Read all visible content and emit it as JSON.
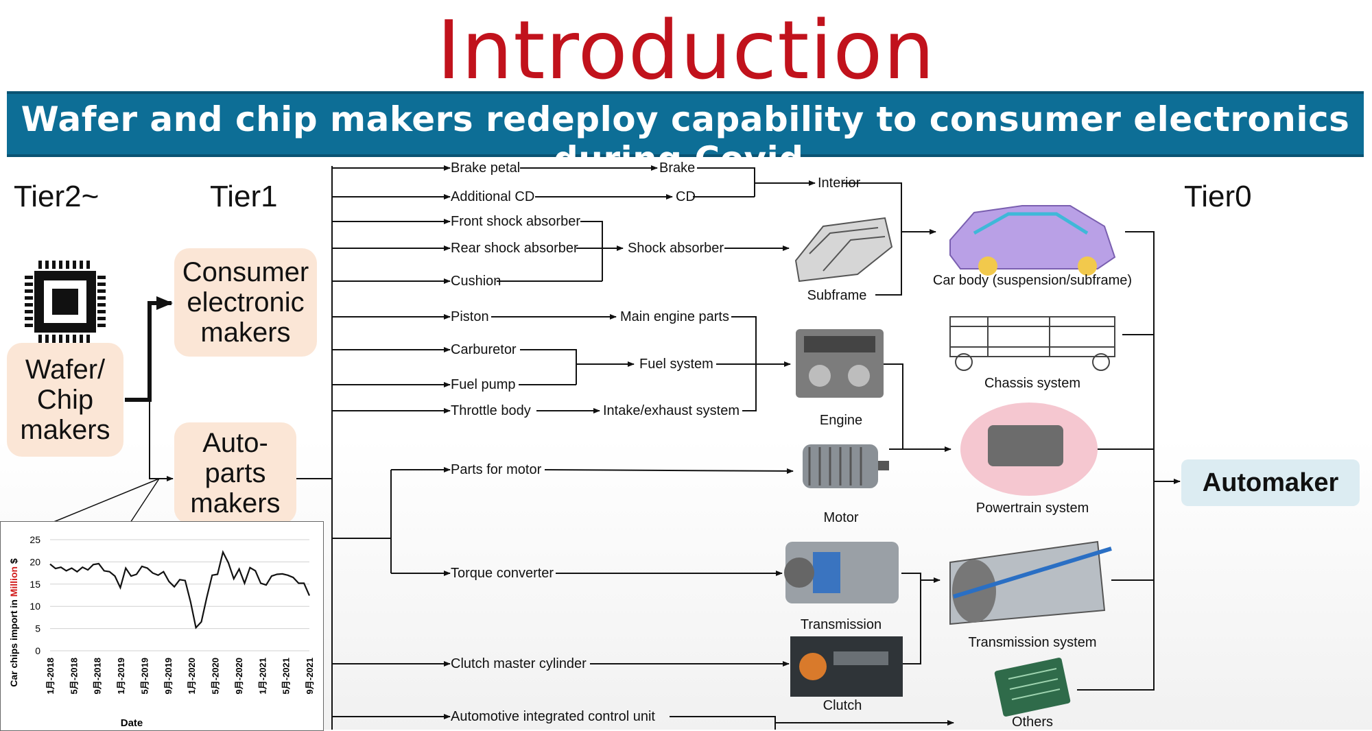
{
  "title": "Introduction",
  "banner": "Wafer and chip makers redeploy capability to consumer electronics during Covid.",
  "tiers": {
    "tier2": "Tier2~",
    "tier1": "Tier1",
    "tier0": "Tier0"
  },
  "boxes": {
    "wafer": "Wafer/ Chip makers",
    "consumer": "Consumer electronic makers",
    "autoparts": "Auto- parts makers",
    "automaker": "Automaker"
  },
  "parts": {
    "brake_petal": "Brake petal",
    "additional_cd": "Additional CD",
    "front_shock": "Front shock absorber",
    "rear_shock": "Rear shock absorber",
    "cushion": "Cushion",
    "piston": "Piston",
    "carburetor": "Carburetor",
    "fuel_pump": "Fuel pump",
    "throttle": "Throttle body",
    "parts_motor": "Parts for motor",
    "torque": "Torque converter",
    "clutch_master": "Clutch master cylinder",
    "aicu": "Automotive integrated control unit"
  },
  "groups": {
    "brake": "Brake",
    "cd": "CD",
    "shock": "Shock absorber",
    "main_engine": "Main engine parts",
    "fuel_system": "Fuel system",
    "intake": "Intake/exhaust system",
    "interior": "Interior"
  },
  "components": {
    "subframe": "Subframe",
    "engine": "Engine",
    "motor": "Motor",
    "transmission": "Transmission",
    "clutch": "Clutch"
  },
  "systems": {
    "car_body": "Car body (suspension/subframe)",
    "chassis": "Chassis system",
    "powertrain": "Powertrain system",
    "transmission_sys": "Transmission system",
    "others": "Others"
  },
  "chart_data": {
    "type": "line",
    "xlabel": "Date",
    "ylabel_prefix": "Car chips import in ",
    "ylabel_highlight": "Million",
    "ylabel_suffix": " $",
    "ylim": [
      0,
      25
    ],
    "yticks": [
      0,
      5,
      10,
      15,
      20,
      25
    ],
    "xticks": [
      "1月-2018",
      "5月-2018",
      "9月-2018",
      "1月-2019",
      "5月-2019",
      "9月-2019",
      "1月-2020",
      "5月-2020",
      "9月-2020",
      "1月-2021",
      "5月-2021",
      "9月-2021"
    ],
    "grid": true,
    "values": [
      19.5,
      18.5,
      18.8,
      18.0,
      18.6,
      17.8,
      18.8,
      18.2,
      19.4,
      19.6,
      18.0,
      17.8,
      16.8,
      14.2,
      18.6,
      16.8,
      17.2,
      19.0,
      18.6,
      17.5,
      17.0,
      17.8,
      15.6,
      14.4,
      16.0,
      15.8,
      11.0,
      5.2,
      6.5,
      12.0,
      17.0,
      17.2,
      22.2,
      19.8,
      16.2,
      18.4,
      15.2,
      18.7,
      18.0,
      15.2,
      14.8,
      16.8,
      17.2,
      17.3,
      17.0,
      16.5,
      15.2,
      15.2,
      12.4
    ]
  }
}
